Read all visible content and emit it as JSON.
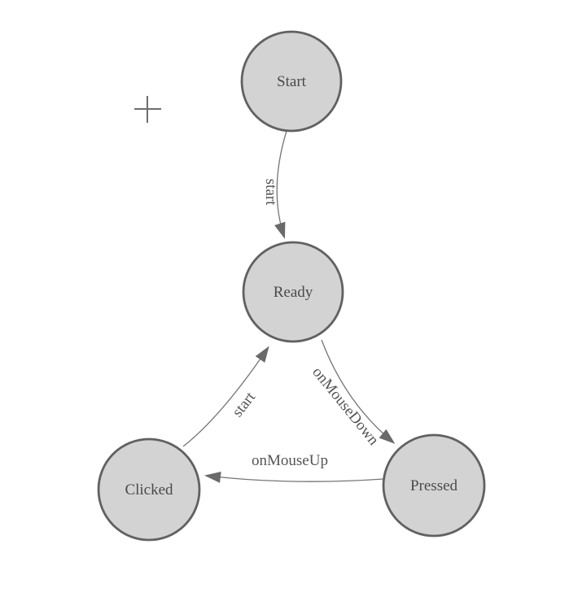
{
  "diagram": {
    "kind": "state-machine",
    "background": "#ffffff"
  },
  "colors": {
    "node_fill": "#d3d3d3",
    "node_stroke": "#616161",
    "edge_stroke": "#757575",
    "arrow_fill": "#6a6a6a",
    "text": "#4a4a4a"
  },
  "nodes": [
    {
      "id": "start",
      "label": "Start"
    },
    {
      "id": "ready",
      "label": "Ready"
    },
    {
      "id": "pressed",
      "label": "Pressed"
    },
    {
      "id": "clicked",
      "label": "Clicked"
    }
  ],
  "edges": [
    {
      "from": "Start",
      "to": "Ready",
      "label": "start"
    },
    {
      "from": "Ready",
      "to": "Pressed",
      "label": "onMouseDown"
    },
    {
      "from": "Pressed",
      "to": "Clicked",
      "label": "onMouseUp"
    },
    {
      "from": "Clicked",
      "to": "Ready",
      "label": "start"
    }
  ],
  "marker": {
    "symbol": "plus-crosshair"
  }
}
